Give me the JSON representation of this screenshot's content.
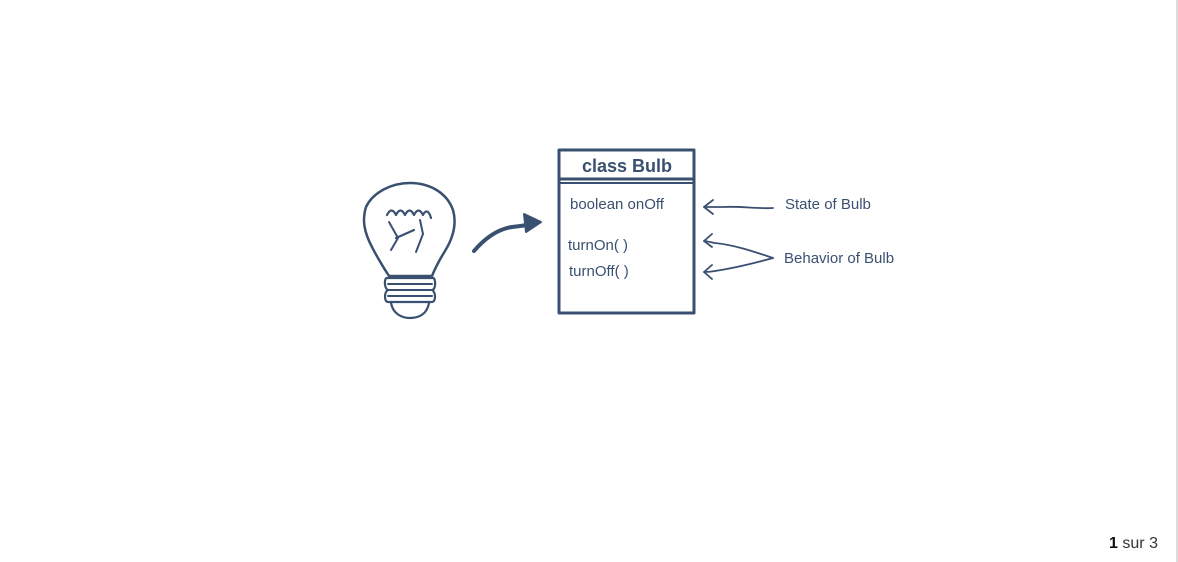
{
  "diagram": {
    "class_title": "class Bulb",
    "field": "boolean onOff",
    "methods": [
      "turnOn( )",
      "turnOff( )"
    ],
    "state_annotation": "State of Bulb",
    "behavior_annotation": "Behavior of Bulb"
  },
  "icons": {
    "bulb": "lightbulb-icon",
    "curved_arrow": "curved-arrow-icon"
  },
  "colors": {
    "ink": "#3a5070",
    "background": "#ffffff"
  },
  "pager": {
    "current": "1",
    "separator": "sur",
    "total": "3"
  }
}
